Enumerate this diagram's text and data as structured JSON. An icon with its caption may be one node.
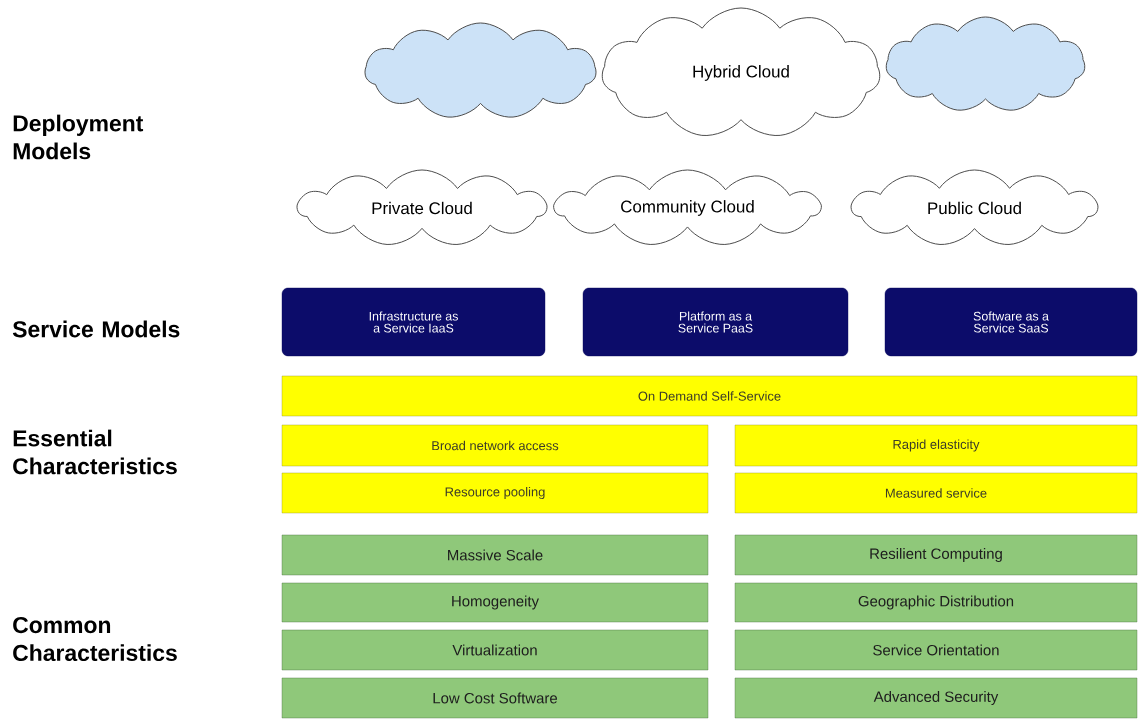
{
  "diagram": {
    "nodes": [
      {
        "text": [],
        "shape": "cloud"
      },
      {
        "text": [
          "Hybrid Cloud"
        ]
      },
      {
        "text": [],
        "shape": "cloud"
      },
      {
        "text": [
          "Private Cloud"
        ]
      },
      {
        "text": [
          "Community Cloud"
        ]
      },
      {
        "text": [
          "Public Cloud"
        ]
      },
      {
        "text": [
          "Infrastructure as a Service IaaS"
        ]
      },
      {
        "text": [
          "Platform as a Service PaaS"
        ]
      },
      {
        "text": [
          "Software as a Service SaaS"
        ]
      },
      {
        "text": [
          "On Demand Self-Service"
        ]
      },
      {
        "text": [
          "Broad network access"
        ]
      },
      {
        "text": [
          "Rapid elasticity"
        ]
      },
      {
        "text": [
          "Resource pooling"
        ]
      },
      {
        "text": [
          "Measured service"
        ]
      },
      {
        "text": [
          "Massive Scale"
        ]
      },
      {
        "text": [
          "Resilient Computing"
        ]
      },
      {
        "text": [
          "Homogeneity"
        ]
      },
      {
        "text": [
          "Geographic Distribution"
        ]
      },
      {
        "text": [
          "Virtualization"
        ]
      },
      {
        "text": [
          "Service Orientation"
        ]
      },
      {
        "text": [
          "Low Cost Software"
        ]
      },
      {
        "text": [
          "Advanced Security"
        ]
      }
    ],
    "labels": [
      "Deployment Models",
      "Service Models",
      "Essential Characteristics",
      "Common Characteristics"
    ]
  }
}
